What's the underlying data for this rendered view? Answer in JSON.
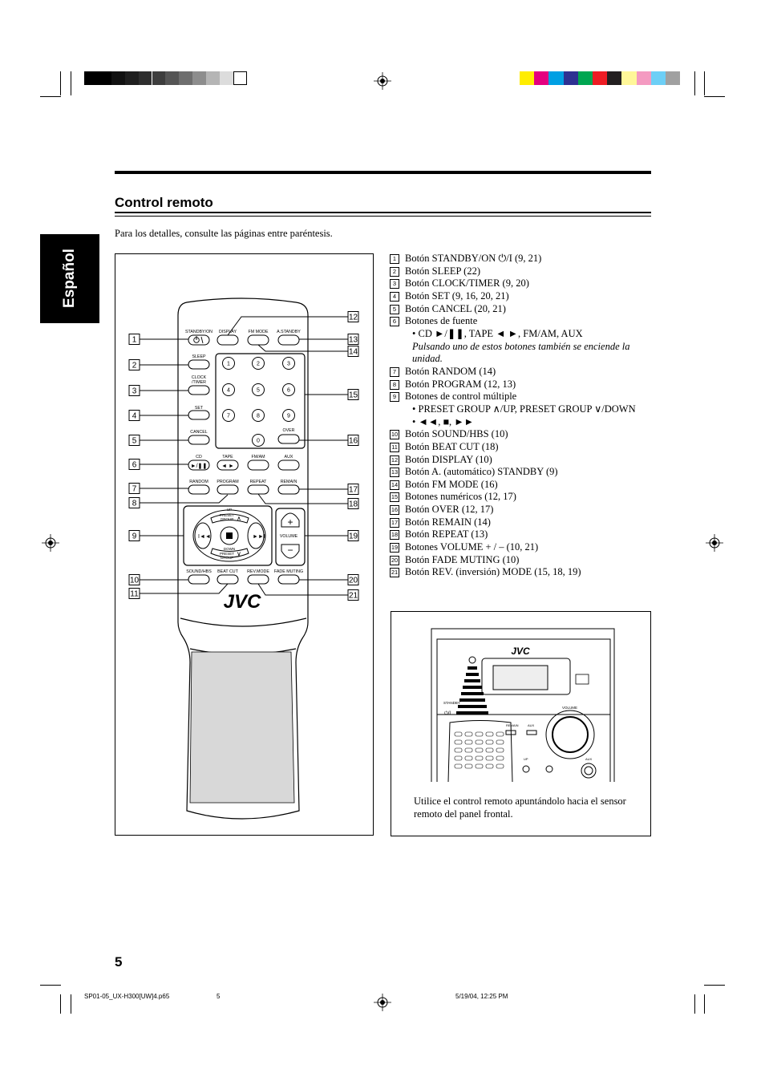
{
  "side_tab": {
    "label": "Español"
  },
  "section_title": "Control remoto",
  "intro": "Para los detalles, consulte las páginas entre paréntesis.",
  "colors": {
    "black_bar": [
      "#000000",
      "#000000",
      "#111111",
      "#1f1f1f",
      "#2e2e2e",
      "#3d3d3d",
      "#555555",
      "#6e6e6e",
      "#8d8d8d",
      "#b5b5b5",
      "#dcdcdc",
      "#ffffff"
    ],
    "color_bar": [
      "#ffed00",
      "#e4007f",
      "#009fe3",
      "#2e3192",
      "#00a651",
      "#ed1c24",
      "#231f20",
      "#fff799",
      "#f49ac1",
      "#6dcff6",
      "#a0a0a0"
    ]
  },
  "remote": {
    "brand": "JVC",
    "labels": {
      "standby_on": "STANDBY/ON",
      "display": "DISPLAY",
      "fm_mode": "FM MODE",
      "a_standby": "A.STANDBY",
      "sleep": "SLEEP",
      "clock_timer_1": "CLOCK",
      "clock_timer_2": "/TIMER",
      "set": "SET",
      "cancel": "CANCEL",
      "over": "OVER",
      "cd": "CD",
      "tape": "TAPE",
      "fm_am": "FM/AM",
      "aux": "AUX",
      "random": "RANDOM",
      "program": "PROGRAM",
      "repeat": "REPEAT",
      "remain": "REMAIN",
      "up": "UP",
      "preset_group_1": "PRESET",
      "preset_group_2": "GROUP",
      "down": "DOWN",
      "volume": "VOLUME",
      "sound_hbs": "SOUND/HBS",
      "beat_cut": "BEAT CUT",
      "rev_mode": "REV.MODE",
      "fade_muting": "FADE MUTING"
    },
    "digits": [
      "1",
      "2",
      "3",
      "4",
      "5",
      "6",
      "7",
      "8",
      "9",
      "0"
    ],
    "callouts_left": [
      "1",
      "2",
      "3",
      "4",
      "5",
      "6",
      "7",
      "8",
      "9",
      "10",
      "11"
    ],
    "callouts_right": [
      "12",
      "13",
      "14",
      "15",
      "16",
      "17",
      "18",
      "19",
      "20",
      "21"
    ]
  },
  "key_list": [
    {
      "num": "1",
      "text": "Botón STANDBY/ON ⏻/I (9, 21)"
    },
    {
      "num": "2",
      "text": "Botón SLEEP (22)"
    },
    {
      "num": "3",
      "text": "Botón CLOCK/TIMER (9, 20)"
    },
    {
      "num": "4",
      "text": "Botón SET (9, 16, 20, 21)"
    },
    {
      "num": "5",
      "text": "Botón CANCEL (20, 21)"
    },
    {
      "num": "6",
      "text": "Botones de fuente"
    },
    {
      "sub": "• CD ►/❚❚, TAPE ◄ ►, FM/AM, AUX"
    },
    {
      "note": "Pulsando uno de estos botones también se enciende la unidad."
    },
    {
      "num": "7",
      "text": "Botón RANDOM (14)"
    },
    {
      "num": "8",
      "text": "Botón PROGRAM (12, 13)"
    },
    {
      "num": "9",
      "text": "Botones de control múltiple"
    },
    {
      "sub": "• PRESET GROUP ∧/UP, PRESET GROUP ∨/DOWN"
    },
    {
      "sub": "• ◄◄, ■, ►►"
    },
    {
      "num": "10",
      "text": "Botón SOUND/HBS (10)"
    },
    {
      "num": "11",
      "text": "Botón BEAT CUT (18)"
    },
    {
      "num": "12",
      "text": "Botón DISPLAY (10)"
    },
    {
      "num": "13",
      "text": "Botón A. (automático) STANDBY (9)"
    },
    {
      "num": "14",
      "text": "Botón FM MODE (16)"
    },
    {
      "num": "15",
      "text": "Botones numéricos (12, 17)"
    },
    {
      "num": "16",
      "text": "Botón OVER (12, 17)"
    },
    {
      "num": "17",
      "text": "Botón REMAIN (14)"
    },
    {
      "num": "18",
      "text": "Botón REPEAT (13)"
    },
    {
      "num": "19",
      "text": "Botones VOLUME + / – (10, 21)"
    },
    {
      "num": "20",
      "text": "Botón FADE MUTING (10)"
    },
    {
      "num": "21",
      "text": "Botón REV. (inversión) MODE (15, 18, 19)"
    }
  ],
  "unit": {
    "brand": "JVC",
    "standby_label": "STANDBY",
    "volume_label": "VOLUME",
    "remain_label": "REMAIN",
    "aux_label": "AUX",
    "up_label": "UP",
    "aux2_label": "AUX",
    "caption": "Utilice el control remoto apuntándolo hacia el sensor remoto del panel frontal."
  },
  "page_number": "5",
  "footer": {
    "file": "SP01-05_UX-H300[UW]4.p65",
    "page": "5",
    "date": "5/19/04, 12:25 PM"
  }
}
